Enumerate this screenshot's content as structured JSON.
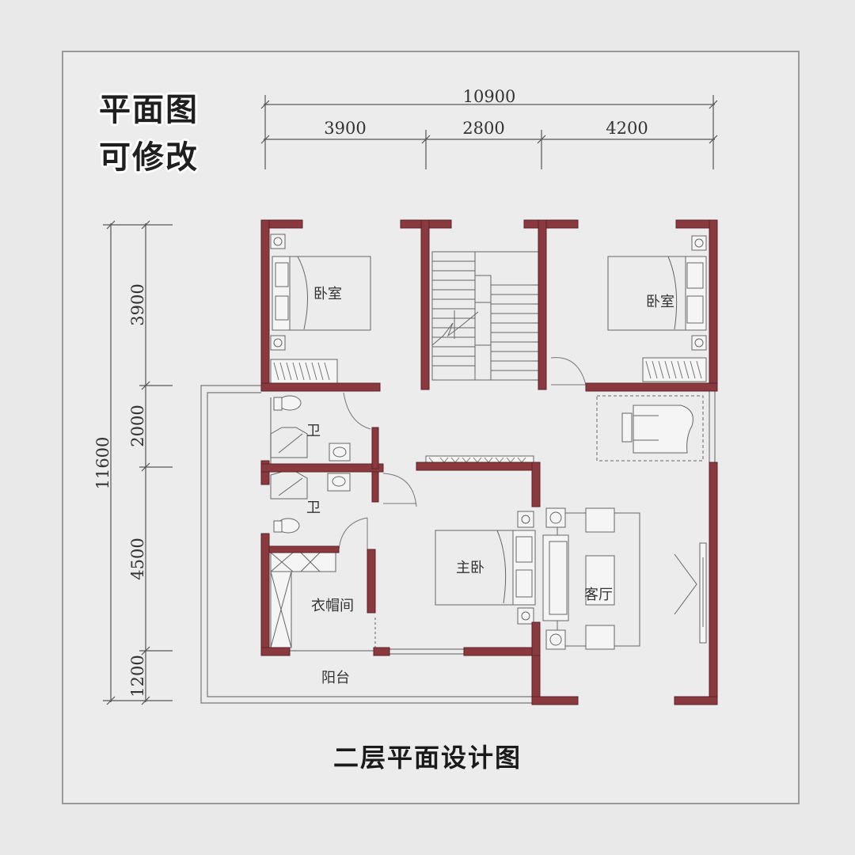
{
  "badge": {
    "line1": "平面图",
    "line2": "可修改"
  },
  "dimensions": {
    "total_width": "10900",
    "widths": [
      "3900",
      "2800",
      "4200"
    ],
    "total_depth": "11600",
    "depths": [
      "3900",
      "2000",
      "4500",
      "1200"
    ]
  },
  "rooms": {
    "bedroom_left": "卧室",
    "bedroom_right": "卧室",
    "bath_upper": "卫",
    "bath_lower": "卫",
    "master_bedroom": "主卧",
    "cloakroom": "衣帽间",
    "living_room": "客厅",
    "balcony": "阳台"
  },
  "caption": "二层平面设计图",
  "colors": {
    "wall": "#8a3a3f",
    "background": "#e9e9ea",
    "line": "#555555"
  }
}
